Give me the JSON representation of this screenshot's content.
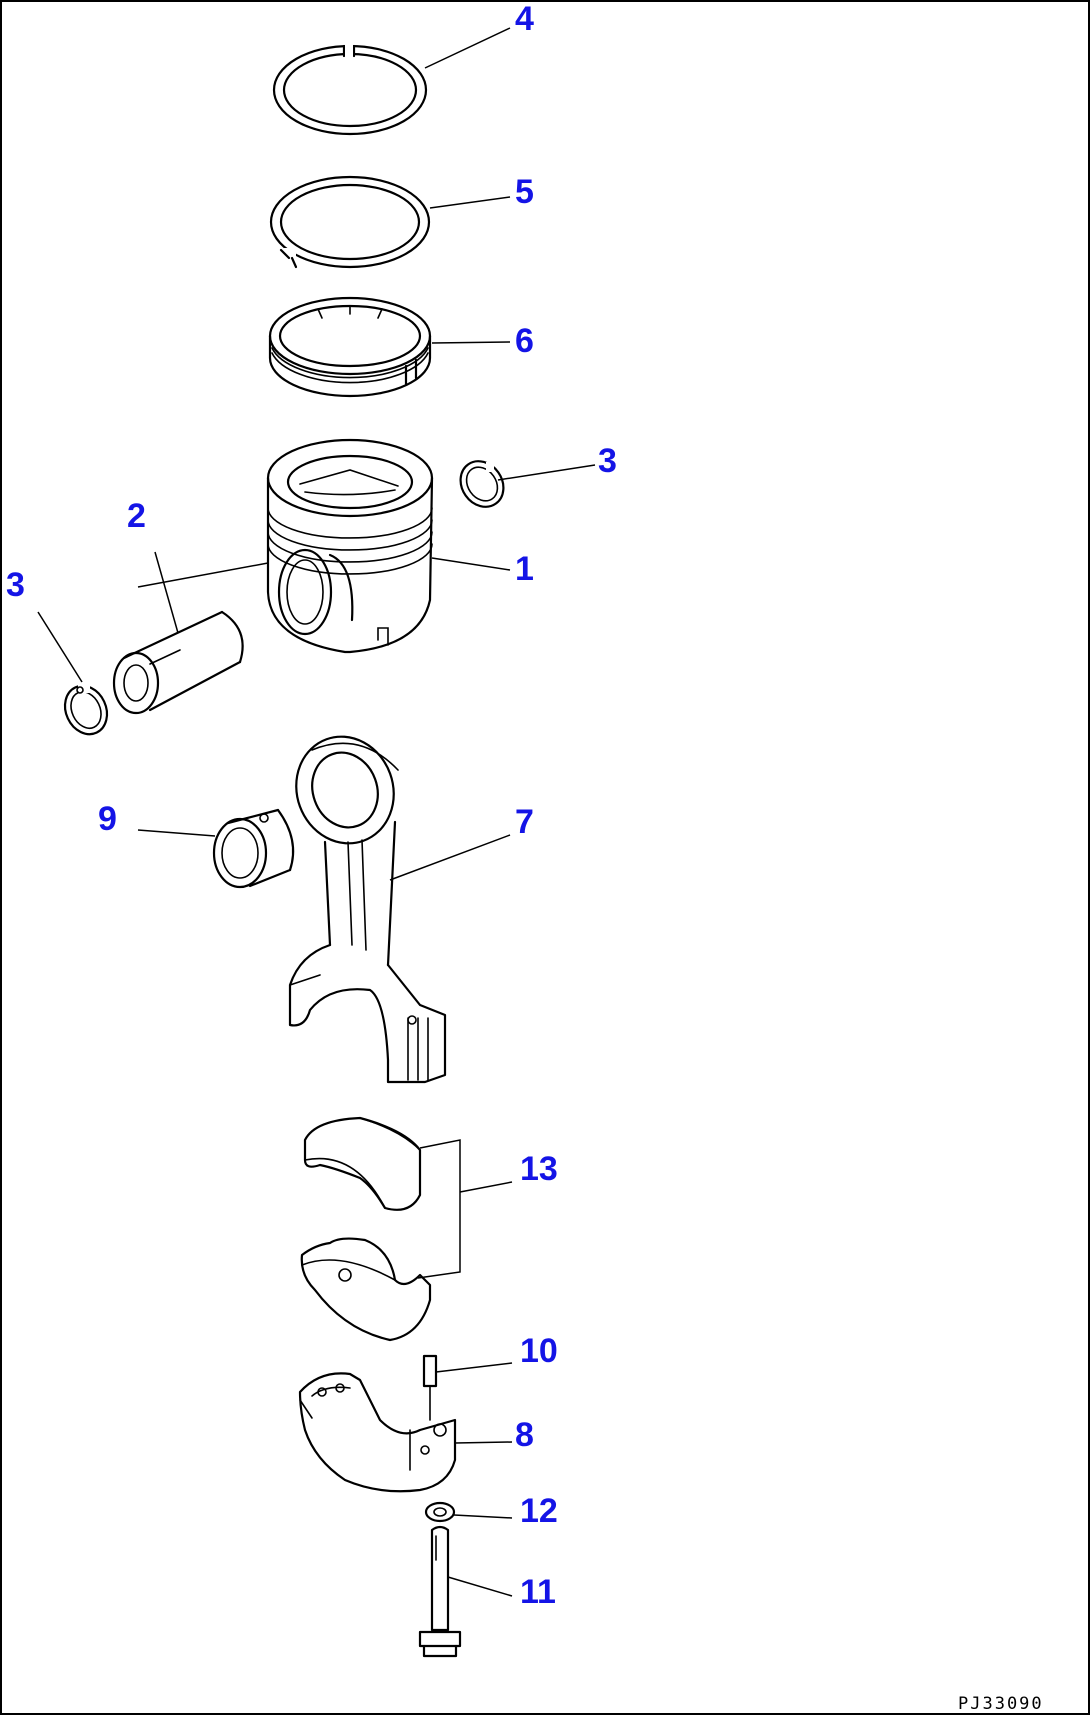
{
  "diagram": {
    "drawing_code": "PJ33090",
    "callout_color": "#1414e6",
    "parts": [
      {
        "id": "p1",
        "label": "1",
        "part": "piston"
      },
      {
        "id": "p2",
        "label": "2",
        "part": "piston-pin"
      },
      {
        "id": "p3a",
        "label": "3",
        "part": "snap-ring"
      },
      {
        "id": "p3b",
        "label": "3",
        "part": "snap-ring"
      },
      {
        "id": "p4",
        "label": "4",
        "part": "top-ring"
      },
      {
        "id": "p5",
        "label": "5",
        "part": "second-ring"
      },
      {
        "id": "p6",
        "label": "6",
        "part": "oil-ring"
      },
      {
        "id": "p7",
        "label": "7",
        "part": "connecting-rod"
      },
      {
        "id": "p8",
        "label": "8",
        "part": "rod-cap"
      },
      {
        "id": "p9",
        "label": "9",
        "part": "bushing"
      },
      {
        "id": "p10",
        "label": "10",
        "part": "dowel-pin"
      },
      {
        "id": "p11",
        "label": "11",
        "part": "bolt"
      },
      {
        "id": "p12",
        "label": "12",
        "part": "washer"
      },
      {
        "id": "p13",
        "label": "13",
        "part": "bearing-shells"
      }
    ]
  }
}
